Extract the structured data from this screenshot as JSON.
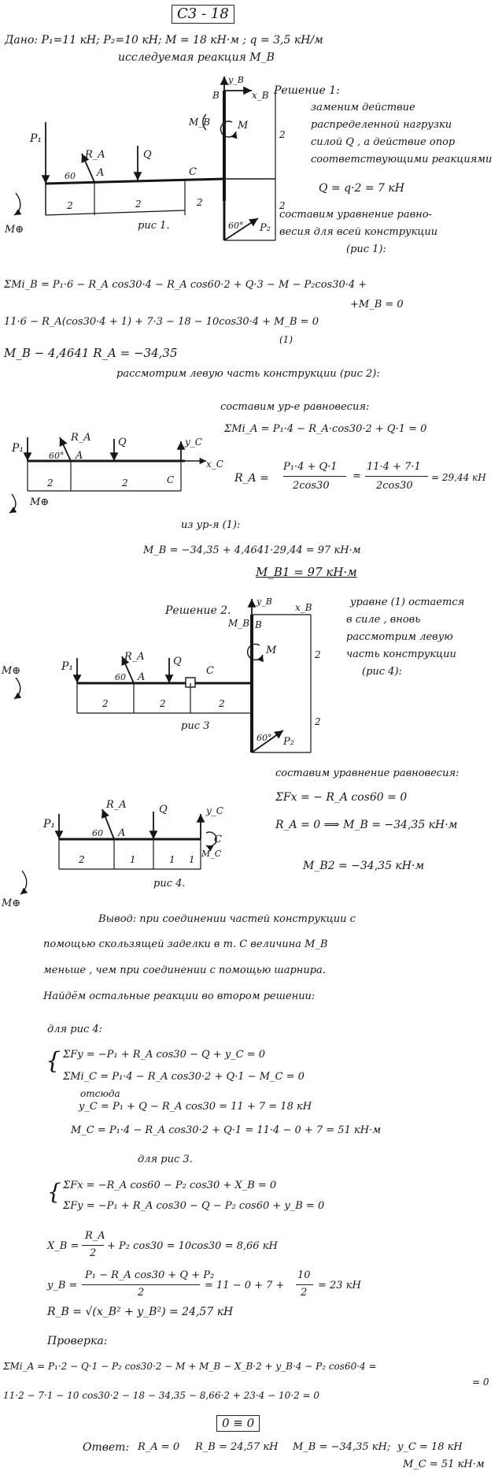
{
  "header": {
    "variant": "С3 - 18"
  },
  "given": {
    "line1": "Дано:  P₁=11 кН;    P₂=10 кН;    M = 18 кН·м   ;  q = 3,5 кН/м",
    "line2": "исследуемая  реакция  M_B"
  },
  "solution1": {
    "title": "Решение 1:",
    "text": [
      "заменим  действие",
      "распределенной нагрузки",
      "силой  Q ,  а  действие опор",
      "соответствующими реакциями",
      "Q = q·2 = 7 кН",
      "составим  уравнение  равно-",
      "весия  для  всей  конструкции",
      "(рис 1):"
    ]
  },
  "fig1": {
    "caption": "рис 1.",
    "labels": {
      "P1": "P₁",
      "RA": "R_A",
      "A": "A",
      "Q": "Q",
      "C": "C",
      "B": "B",
      "MB": "M_B",
      "M": "M",
      "yB": "y_B",
      "xB": "x_B",
      "P2": "P₂",
      "angle60a": "60",
      "angle60b": "60°",
      "moment": "M⊕"
    },
    "dims": [
      "2",
      "2",
      "2",
      "2",
      "2"
    ]
  },
  "equations1": [
    "ΣMi_B =  P₁·6 − R_A cos30·4 − R_A cos60·2  + Q·3 − M − P₂cos30·4 +",
    "+M_B = 0",
    "11·6 − R_A(cos30·4 + 1) + 7·3 − 18 − 10cos30·4 + M_B = 0",
    "(1)",
    "M_B − 4,4641 R_A = −34,35",
    "рассмотрим  левую  часть  конструкции  (рис 2):"
  ],
  "fig2": {
    "labels": {
      "P1": "P₁",
      "RA": "R_A",
      "angle": "60°",
      "A": "A",
      "Q": "Q",
      "yC": "y_C",
      "xC": "x_C",
      "C": "C",
      "moment": "M⊕"
    },
    "dims": [
      "2",
      "2"
    ]
  },
  "equations2": [
    "составим  ур-е  равновесия:",
    "ΣMi_A =  P₁·4 − R_A·cos30·2 + Q·1 = 0",
    "R_A =",
    "P₁·4 + Q·1",
    "2cos30",
    "=",
    "11·4 + 7·1",
    "2cos30",
    "= 29,44 кН",
    "из  ур-я  (1):",
    "M_B =  −34,35 + 4,4641·29,44 =  97  кН·м",
    "M_B1 = 97 кН·м"
  ],
  "solution2": {
    "title": "Решение 2.",
    "text": [
      "уравне (1) остается",
      "в силе ,   вновь",
      "рассмотрим  левую",
      "часть  конструкции",
      "(рис 4):"
    ]
  },
  "fig3": {
    "caption": "рис 3",
    "labels": {
      "P1": "P₁",
      "RA": "R_A",
      "angle": "60",
      "A": "A",
      "Q": "Q",
      "C": "C",
      "yB": "y_B",
      "MB": "M_B",
      "B": "B",
      "xB": "x_B",
      "M": "M",
      "P2": "P₂",
      "angle60": "60°",
      "moment": "M⊕"
    },
    "dims": [
      "2",
      "2",
      "2",
      "2",
      "2"
    ]
  },
  "equations3": [
    "составим  уравнение  равновесия:",
    "ΣFx =  − R_A cos60 = 0",
    "R_A = 0   ⟹   M_B =  −34,35 кН·м",
    "M_B2 = −34,35 кН·м"
  ],
  "fig4": {
    "caption": "рис 4.",
    "labels": {
      "P1": "P₁",
      "RA": "R_A",
      "angle": "60",
      "A": "A",
      "Q": "Q",
      "yC": "y_C",
      "C": "C",
      "MC": "M_C",
      "moment": "M⊕"
    },
    "dims": [
      "2",
      "1",
      "1",
      "1"
    ]
  },
  "conclusion": [
    "Вывод:   при  соединении   частей    конструкции  с",
    "помощью   скользящей  заделки    в т. C    величина  M_B",
    "меньше   ,   чем    при  соединении   с   помощью  шарнира.",
    "Найдём  остальные   реакции    во   втором   решении:"
  ],
  "equations4": [
    "для   рис 4:",
    "ΣFy =   −P₁ + R_A cos30  − Q  + y_C = 0",
    "ΣMi_C =   P₁·4  − R_A cos30·2  + Q·1  − M_C = 0",
    "отсюда",
    "y_C =  P₁ + Q − R_A cos30 =  11 + 7 = 18 кН",
    "M_C =  P₁·4 − R_A cos30·2 + Q·1 =  11·4 − 0 + 7 =  51 кН·м",
    "для    рис 3.",
    "ΣFx =  −R_A cos60 − P₂ cos30 + X_B = 0",
    "ΣFy =  −P₁ + R_A cos30 − Q − P₂ cos60 + y_B = 0",
    "X_B =",
    "R_A",
    "2",
    "+ P₂ cos30 =  10cos30 = 8,66 кН",
    "y_B =",
    "P₁ − R_A cos30 + Q + P₂",
    "2",
    "=  11 − 0 + 7 +",
    "10",
    "2",
    "= 23 кН",
    "R_B = √(x_B² + y_B²) = 24,57 кН"
  ],
  "check": {
    "title": "Проверка:",
    "line1": "ΣMi_A =  P₁·2  − Q·1  − P₂ cos30·2   − M + M_B  − X_B·2 + y_B·4 − P₂ cos60·4 =",
    "line1b": "= 0",
    "line2": "11·2 − 7·1 − 10 cos30·2 − 18  − 34,35  − 8,66·2 + 23·4  − 10·2 = 0",
    "result": "0 ≡ 0"
  },
  "answer": {
    "label": "Ответ:",
    "ra": "R_A = 0",
    "rb": "R_B = 24,57 кН",
    "mb": "M_B = −34,35 кН;",
    "yc": "y_C = 18 кН",
    "mc": "M_C = 51 кН·м"
  }
}
